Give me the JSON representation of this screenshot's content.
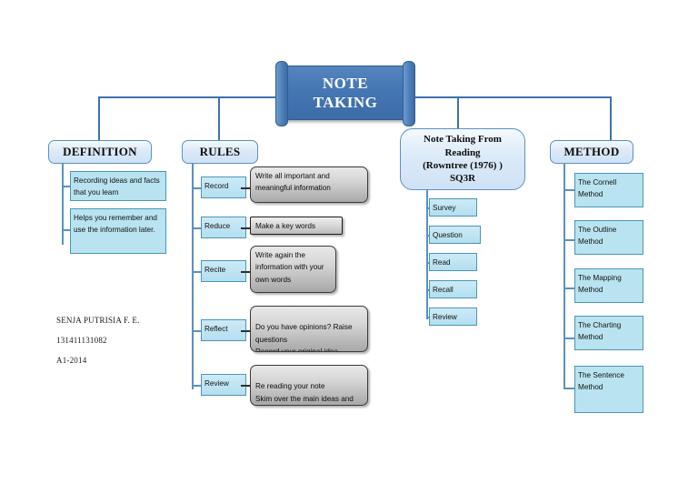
{
  "root": {
    "title_line1": "NOTE",
    "title_line2": "TAKING"
  },
  "branches": [
    {
      "id": "definition",
      "header": "DEFINITION",
      "items": [
        {
          "label": "Recording ideas and facts that you learn"
        },
        {
          "label": "Helps you remember and use the information later."
        }
      ]
    },
    {
      "id": "rules",
      "header": "RULES",
      "items": [
        {
          "label": "Record",
          "detail": "Write all important and meaningful information"
        },
        {
          "label": "Reduce",
          "detail": "Make a key words"
        },
        {
          "label": "Recite",
          "detail": "Write again the information with your own words"
        },
        {
          "label": "Reflect",
          "detail": "Do you have opinions? Raise questions\nRecord your original idea"
        },
        {
          "label": "Review",
          "detail": "Re reading your note\nSkim over the main ideas and details"
        }
      ]
    },
    {
      "id": "reading",
      "header": "Note Taking From Reading (Rowntree (1976) ) SQ3R",
      "header_line1": "Note Taking From",
      "header_line2": "Reading",
      "header_line3": "(Rowntree (1976) )",
      "header_line4": "SQ3R",
      "items": [
        {
          "label": "Survey"
        },
        {
          "label": "Question"
        },
        {
          "label": "Read"
        },
        {
          "label": "Recall"
        },
        {
          "label": "Review"
        }
      ]
    },
    {
      "id": "method",
      "header": "METHOD",
      "items": [
        {
          "label": "The Cornell Method"
        },
        {
          "label": "The Outline Method"
        },
        {
          "label": "The Mapping Method"
        },
        {
          "label": "The Charting Method"
        },
        {
          "label": "The Sentence Method"
        }
      ]
    }
  ],
  "signature": {
    "name": "SENJA PUTRISIA F. E.",
    "student_id": "131411131082",
    "class": "A1-2014"
  },
  "colors": {
    "root_fill": "#4477b3",
    "branch_fill": "#dceaf8",
    "branch_border": "#5b90c4",
    "leaf_fill": "#b9e3f0",
    "leaf_border": "#4a97b5",
    "detail_fill": "#d6d6d6",
    "detail_border": "#3a3a3a",
    "connector": "#3f72ad"
  }
}
